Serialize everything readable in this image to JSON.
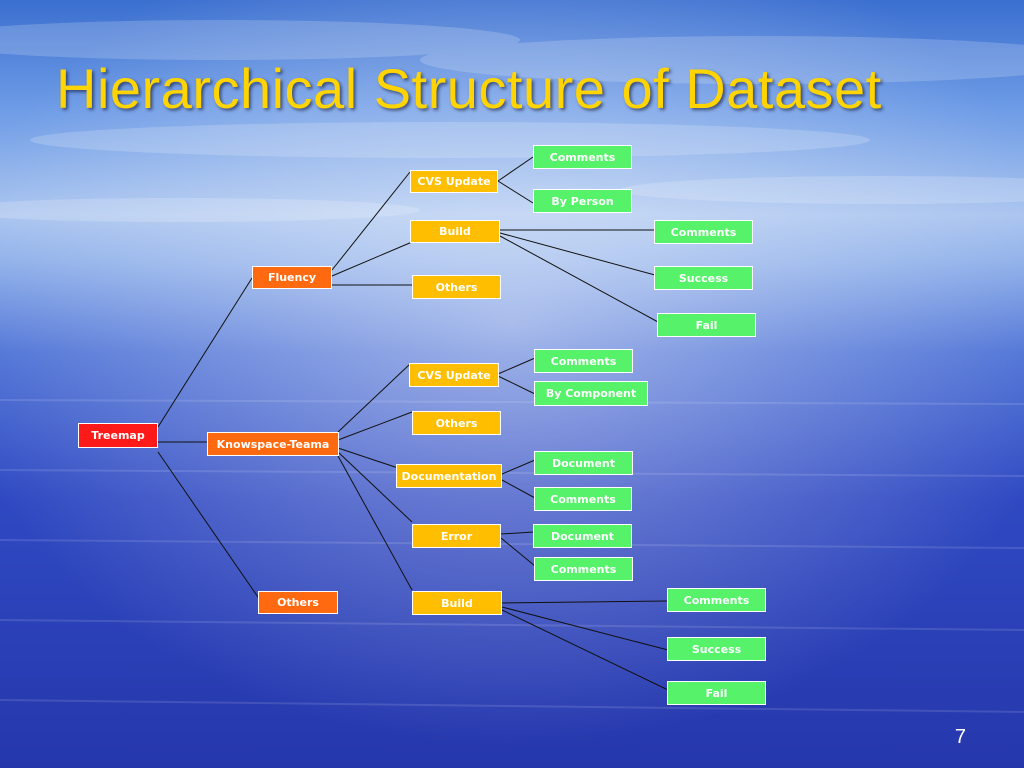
{
  "slide": {
    "title": "Hierarchical Structure of Dataset",
    "page_number": "7"
  },
  "colors": {
    "title": "#ffd400",
    "root": "#ff1a1a",
    "level1": "#ff6a10",
    "level2": "#ffbf00",
    "level3": "#55f26a"
  },
  "tree": {
    "root": "Treemap",
    "fluency": {
      "label": "Fluency",
      "cvs_update": "CVS Update",
      "cvs_comments": "Comments",
      "cvs_by_person": "By Person",
      "build": "Build",
      "build_comments": "Comments",
      "build_success": "Success",
      "build_fail": "Fail",
      "others": "Others"
    },
    "knowspace": {
      "label": "Knowspace-Teama",
      "cvs_update": "CVS Update",
      "cvs_comments": "Comments",
      "cvs_by_component": "By Component",
      "others": "Others",
      "documentation": "Documentation",
      "doc_document": "Document",
      "doc_comments": "Comments",
      "error": "Error",
      "error_document": "Document",
      "error_comments": "Comments",
      "build": "Build",
      "build_comments": "Comments",
      "build_success": "Success",
      "build_fail": "Fail"
    },
    "others": "Others"
  }
}
